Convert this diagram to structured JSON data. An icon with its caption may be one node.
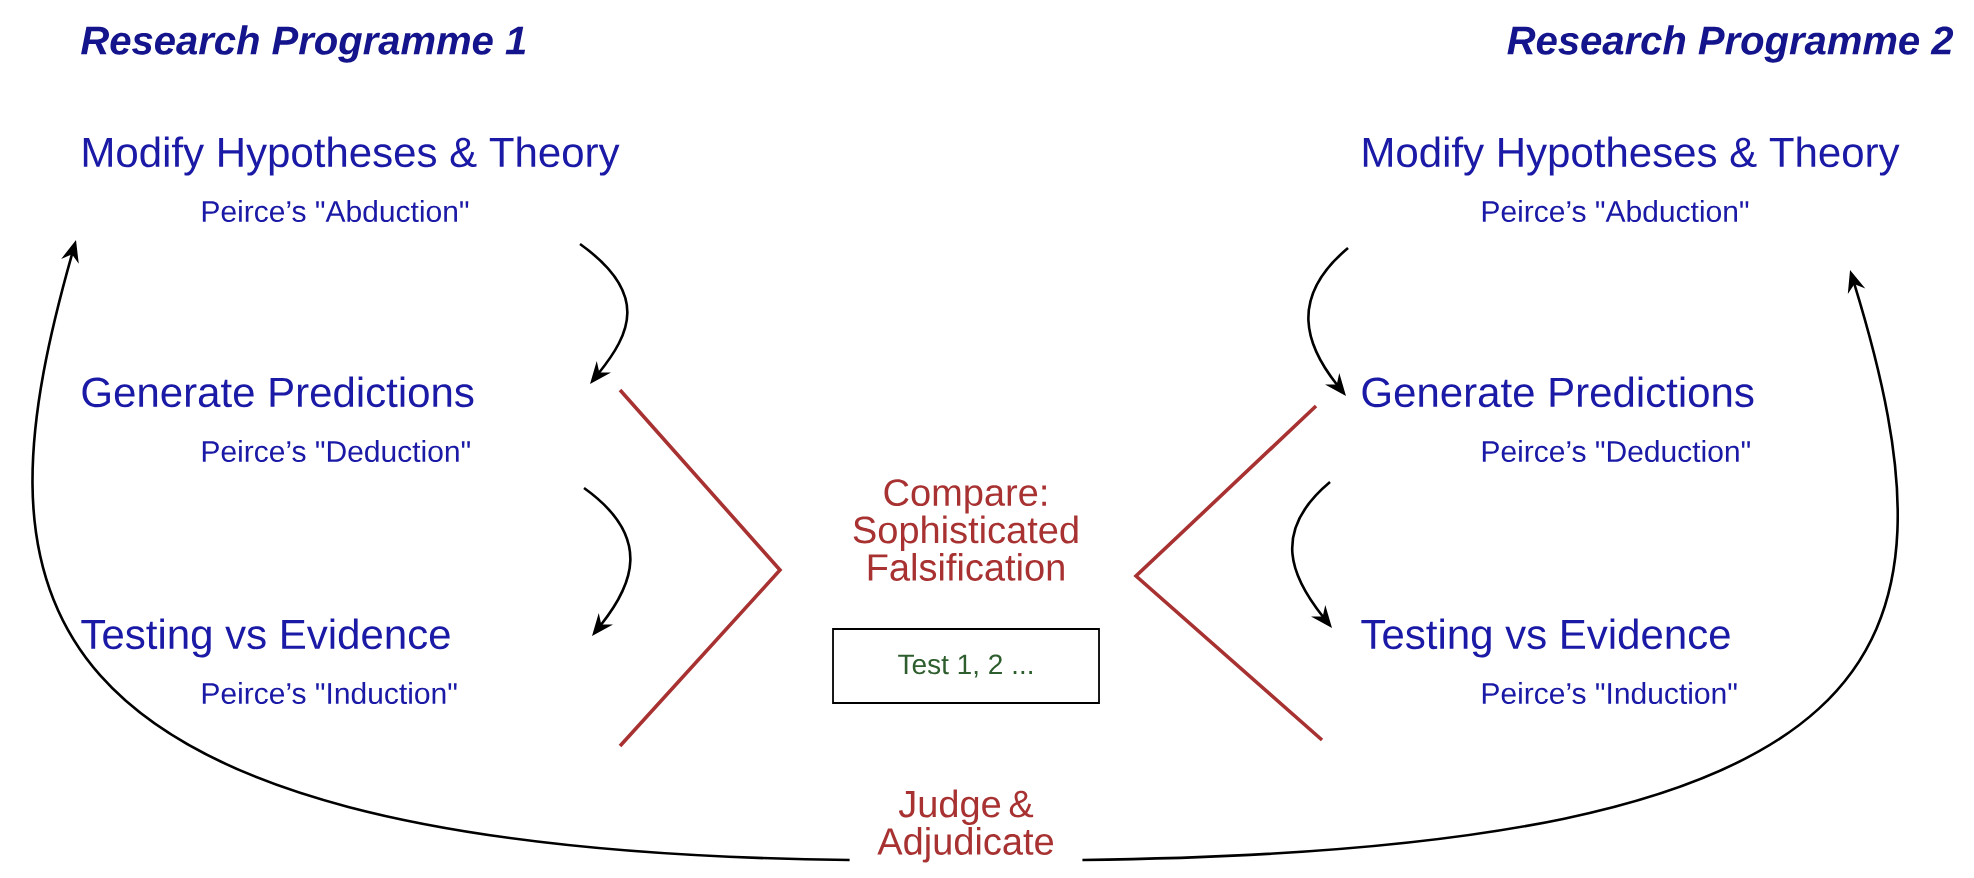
{
  "diagram": {
    "nodes": [
      {
        "text": [
          "Modify Hypotheses & Theory",
          "Peirce’s \"Abduction\""
        ]
      },
      {
        "text": [
          "Generate Predictions",
          "Peirce’s \"Deduction\""
        ]
      },
      {
        "text": [
          "Testing vs Evidence",
          "Peirce’s \"Induction\""
        ]
      },
      {
        "text": [
          "Compare: Sophisticated Falsification"
        ]
      },
      {
        "text": [
          "Test 1, 2 ..."
        ]
      },
      {
        "text": [
          "Judge & Adjudicate"
        ]
      },
      {
        "text": [
          "Modify Hypotheses & Theory",
          "Peirce’s \"Abduction\""
        ]
      },
      {
        "text": [
          "Generate Predictions",
          "Peirce’s \"Deduction\""
        ]
      },
      {
        "text": [
          "Testing vs Evidence",
          "Peirce’s \"Induction\""
        ]
      }
    ],
    "edges": [
      {
        "from": 0,
        "to": 1,
        "arrow": "to"
      },
      {
        "from": 1,
        "to": 2,
        "arrow": "to"
      },
      {
        "from": 5,
        "to": 0,
        "arrow": "to"
      },
      {
        "from": 6,
        "to": 7,
        "arrow": "to"
      },
      {
        "from": 7,
        "to": 8,
        "arrow": "to"
      },
      {
        "from": 5,
        "to": 6,
        "arrow": "to"
      }
    ],
    "labels": [
      "Research Programme 1",
      "Research Programme 2"
    ]
  }
}
